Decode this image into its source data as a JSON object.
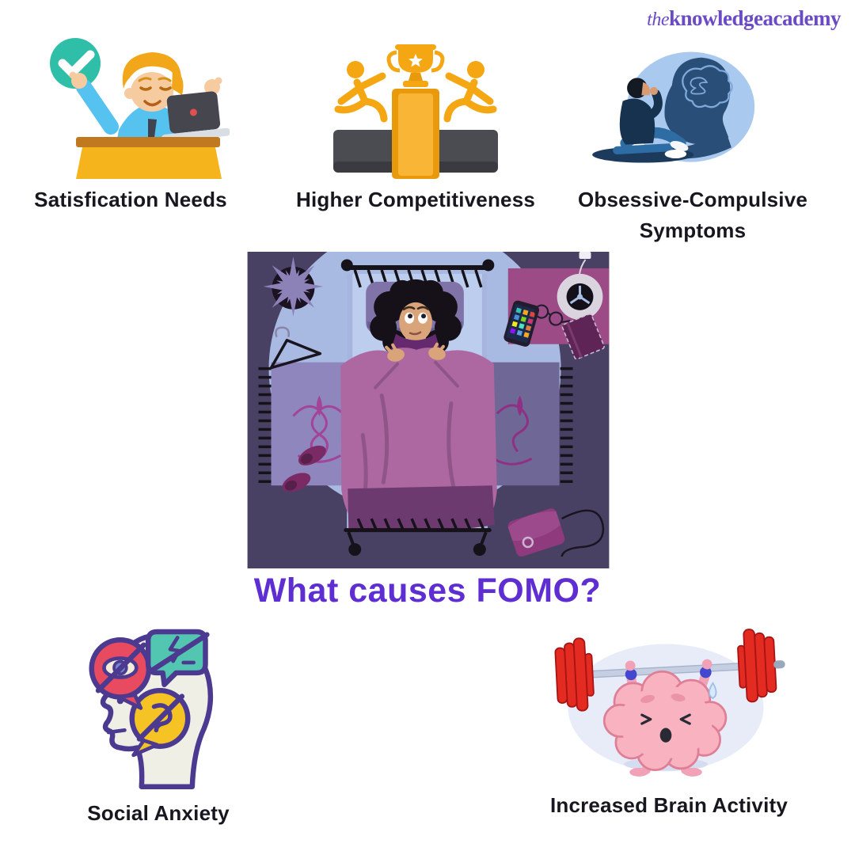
{
  "page": {
    "title": "What causes FOMO?",
    "title_color": "#5f2ed2",
    "background": "#ffffff",
    "label_color": "#17171f"
  },
  "logo": {
    "prefix": "the",
    "word1": "knowledge",
    "word2": "academy",
    "color": "#6b4ac5"
  },
  "causes": [
    {
      "label": "Satisfication Needs",
      "icon": "desk-worker-checkmark-icon"
    },
    {
      "label": "Higher Competitiveness",
      "icon": "trophy-race-icon"
    },
    {
      "label": "Obsessive-Compulsive Symptoms",
      "icon": "stressed-person-brain-icon"
    },
    {
      "label": "Social Anxiety",
      "icon": "head-blocked-senses-icon"
    },
    {
      "label": "Increased Brain Activity",
      "icon": "brain-lifting-barbell-icon"
    }
  ],
  "illustration": {
    "name": "woman-awake-in-bed-at-night",
    "palette": {
      "room_background": "#484163",
      "moonlight": "#a8bae2",
      "sheet": "#bccdee",
      "blanket": "#ad68a1",
      "nightstand": "#9c4b87",
      "rug_left": "#8e86bc",
      "rug_right": "#6f6795"
    }
  }
}
